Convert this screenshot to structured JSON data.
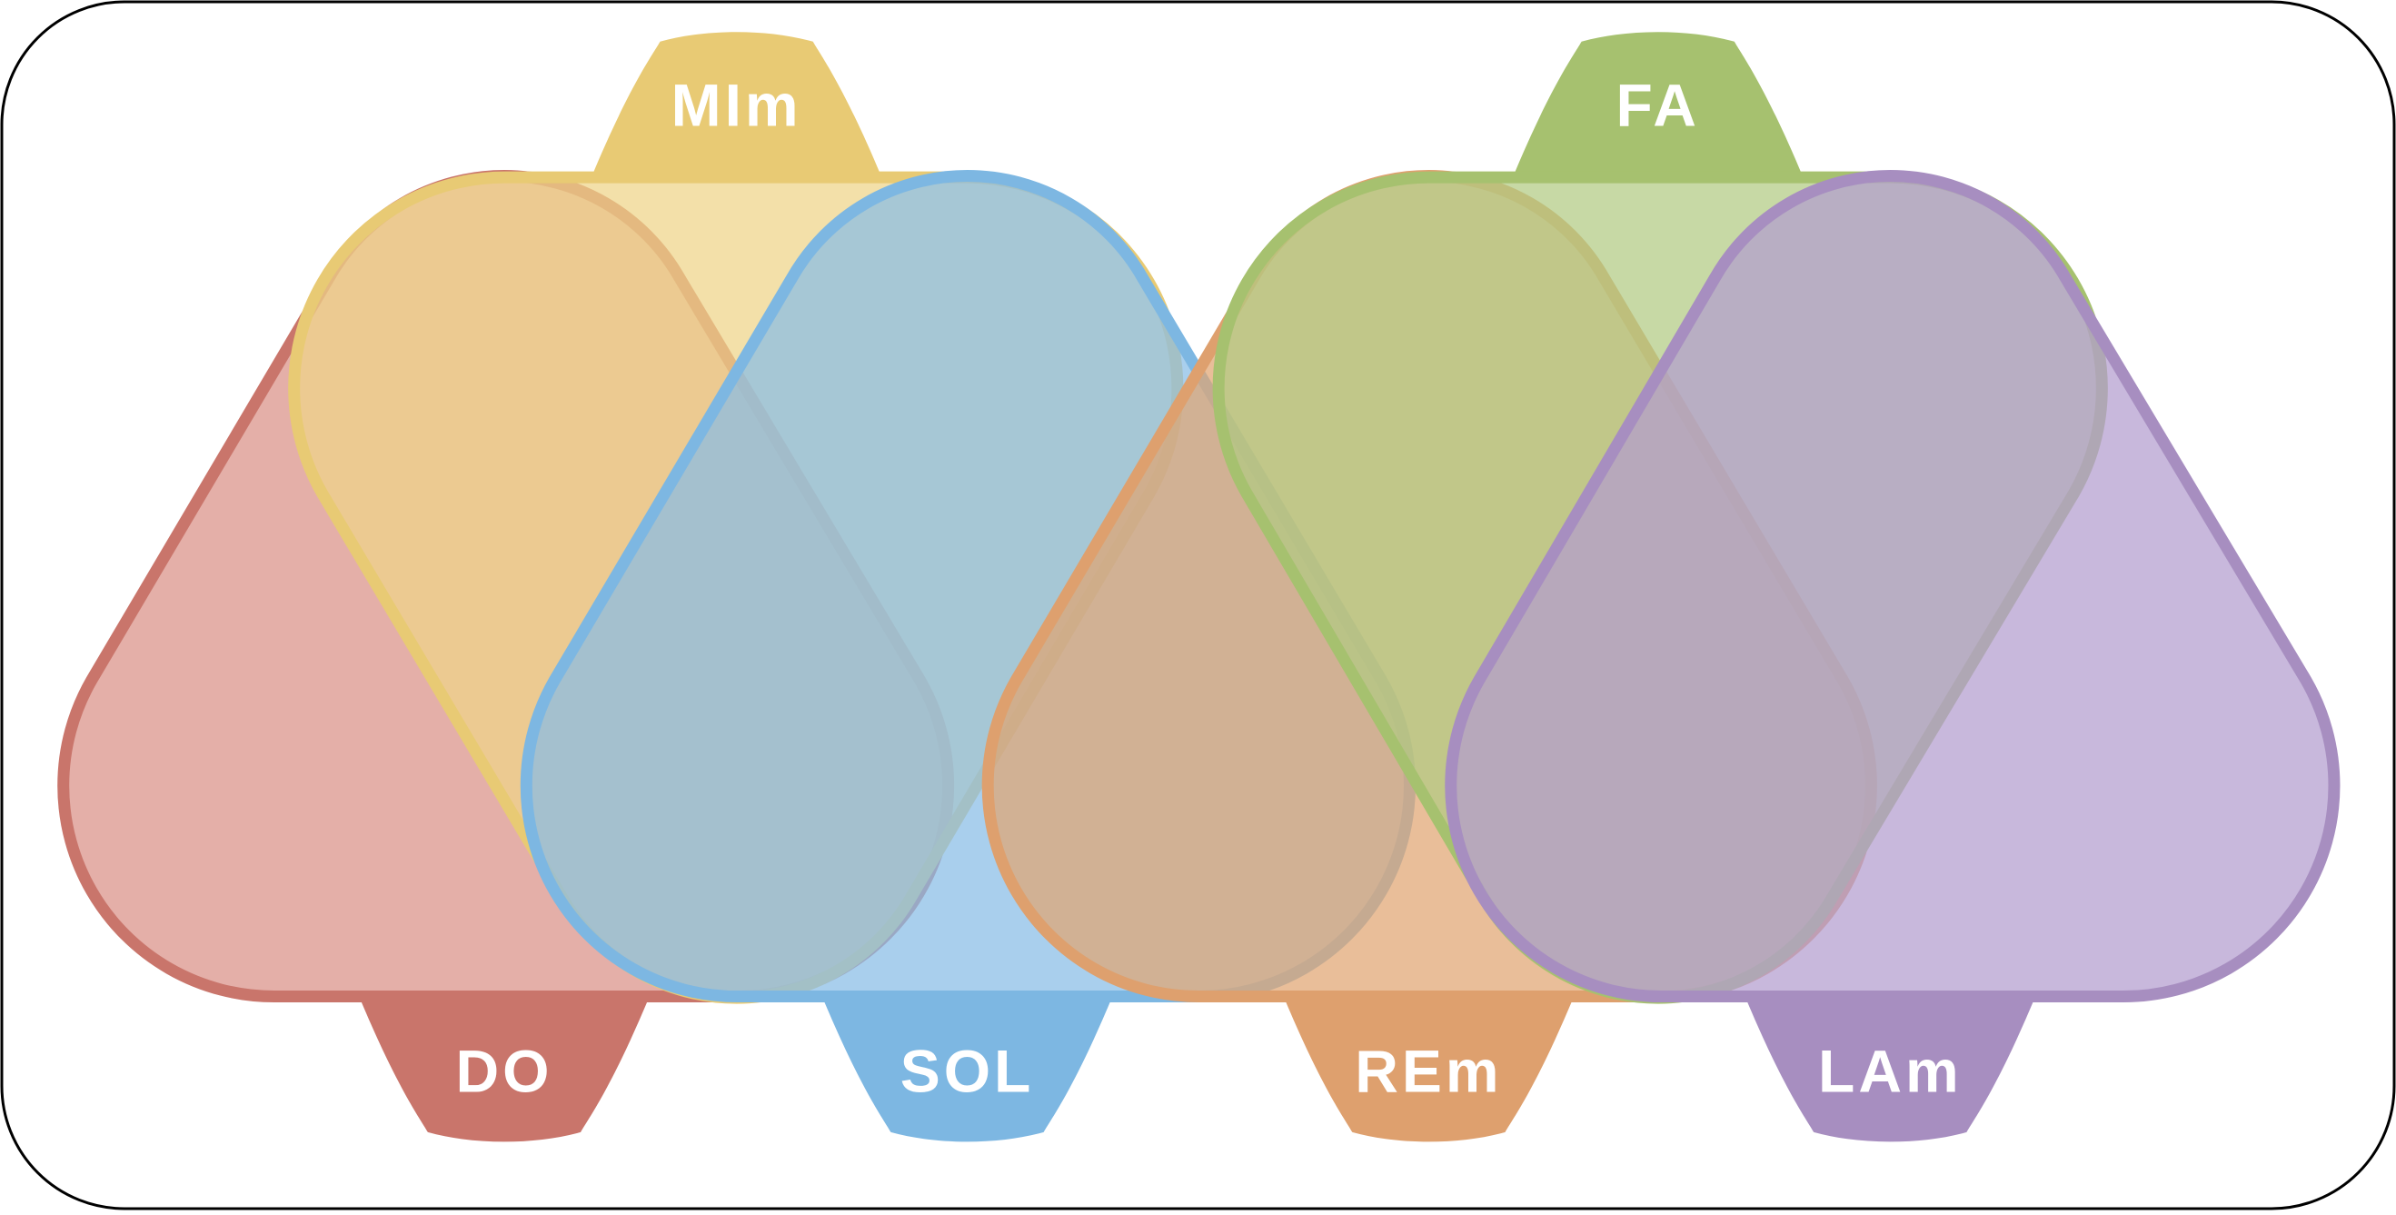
{
  "diagram": {
    "sets": [
      {
        "id": "do",
        "label": "DO",
        "color": "#c9756b",
        "fill": "#d99087",
        "orientation": "up"
      },
      {
        "id": "mim",
        "label": "MIm",
        "color": "#e8ca74",
        "fill": "#eed488",
        "orientation": "down"
      },
      {
        "id": "sol",
        "label": "SOL",
        "color": "#7db7e2",
        "fill": "#88bde6",
        "orientation": "up"
      },
      {
        "id": "rem",
        "label": "REm",
        "color": "#dea06e",
        "fill": "#e0a571",
        "orientation": "up"
      },
      {
        "id": "fa",
        "label": "FA",
        "color": "#a6c16f",
        "fill": "#b2ca82",
        "orientation": "down"
      },
      {
        "id": "lam",
        "label": "LAm",
        "color": "#a78ec0",
        "fill": "#b39dce",
        "orientation": "up"
      }
    ],
    "label_text_color": "#ffffff",
    "frame_color": "#000000"
  }
}
